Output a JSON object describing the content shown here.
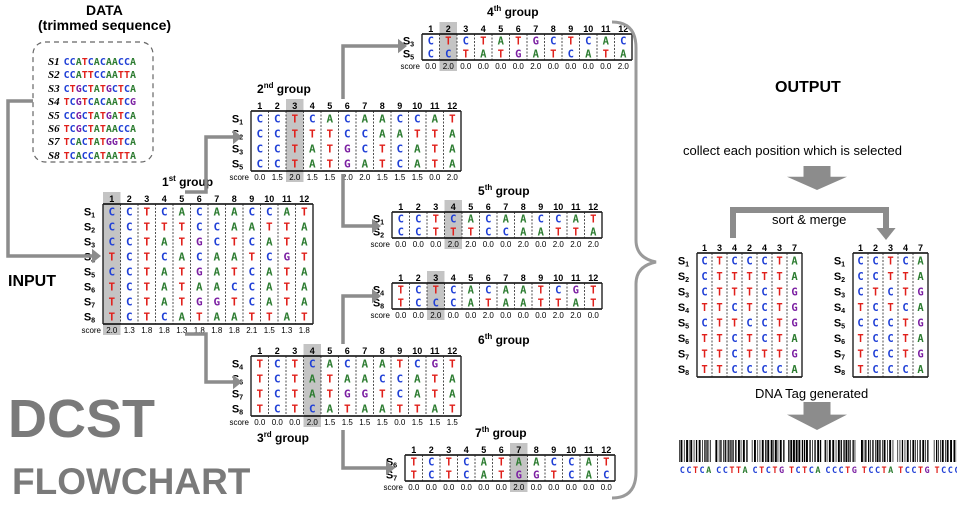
{
  "data_box": {
    "title_line1": "DATA",
    "title_line2": "(trimmed sequence)",
    "sequences": [
      {
        "label": "S1",
        "seq": "CCATCACAACCA"
      },
      {
        "label": "S2",
        "seq": "CCATTCCAATTA"
      },
      {
        "label": "S3",
        "seq": "CTGCTATGCTCA"
      },
      {
        "label": "S4",
        "seq": "TCGTCACAATCG"
      },
      {
        "label": "S5",
        "seq": "CCGCTATGATCA"
      },
      {
        "label": "S6",
        "seq": "TCGCTATAACCA"
      },
      {
        "label": "S7",
        "seq": "TCACTATGGTCA"
      },
      {
        "label": "S8",
        "seq": "TCACCATAATTA"
      }
    ]
  },
  "labels": {
    "input": "INPUT",
    "output": "OUTPUT",
    "collect": "collect each position which is selected",
    "sort_merge": "sort & merge",
    "dna_tag": "DNA Tag generated",
    "title_line1": "DCST",
    "title_line2": "FLOWCHART",
    "score_label": "score",
    "group_suffix": "group"
  },
  "colors": {
    "A": "#2e7d32",
    "C": "#1f3fd6",
    "G": "#7b1fa2",
    "T": "#e0201b",
    "arrow": "#8c8c8c",
    "highlight": "#c4c4c4",
    "title": "#7a7a7a"
  },
  "groups": [
    {
      "id": "g1",
      "ordinal": "1",
      "sup": "st",
      "rows": [
        "S1",
        "S2",
        "S3",
        "S4",
        "S5",
        "S6",
        "S7",
        "S8"
      ],
      "seqs": [
        "CCTCACAACCAT",
        "CCTTTCCAATTA",
        "CCTATGCTCATA",
        "TCTCACAATCGT",
        "CCTATGATCATA",
        "TCTATAACCATA",
        "TCTATGGTCATA",
        "TCTCATAATTAT"
      ],
      "cols": [
        "1",
        "2",
        "3",
        "4",
        "5",
        "6",
        "7",
        "8",
        "9",
        "10",
        "11",
        "12"
      ],
      "scores": [
        "2.0",
        "1.3",
        "1.8",
        "1.8",
        "1.3",
        "1.8",
        "1.8",
        "1.8",
        "2.1",
        "1.5",
        "1.3",
        "1.8"
      ],
      "highlight_col": 1
    },
    {
      "id": "g2",
      "ordinal": "2",
      "sup": "nd",
      "rows": [
        "S1",
        "S2",
        "S3",
        "S5"
      ],
      "seqs": [
        "CCTCACAACCAT",
        "CCTTTCCAATTA",
        "CCTATGCTCATA",
        "CCTATGATCATA"
      ],
      "cols": [
        "1",
        "2",
        "3",
        "4",
        "5",
        "6",
        "7",
        "8",
        "9",
        "10",
        "11",
        "12"
      ],
      "scores": [
        "0.0",
        "1.5",
        "2.0",
        "1.5",
        "1.5",
        "2.0",
        "2.0",
        "1.5",
        "1.5",
        "1.5",
        "0.0",
        "2.0"
      ],
      "highlight_col": 3
    },
    {
      "id": "g3",
      "ordinal": "3",
      "sup": "rd",
      "rows": [
        "S4",
        "S6",
        "S7",
        "S8"
      ],
      "seqs": [
        "TCTCACAATCGT",
        "TCTATAACCATA",
        "TCTATGGTCATA",
        "TCTCATAATTAT"
      ],
      "cols": [
        "1",
        "2",
        "3",
        "4",
        "5",
        "6",
        "7",
        "8",
        "9",
        "10",
        "11",
        "12"
      ],
      "scores": [
        "0.0",
        "0.0",
        "0.0",
        "2.0",
        "1.5",
        "1.5",
        "1.5",
        "1.5",
        "0.0",
        "1.5",
        "1.5",
        "1.5"
      ],
      "highlight_col": 4
    },
    {
      "id": "g4",
      "ordinal": "4",
      "sup": "th",
      "rows": [
        "S3",
        "S5"
      ],
      "seqs": [
        "CTCTATGCTCAC",
        "CCTATGATCATA"
      ],
      "cols": [
        "1",
        "2",
        "3",
        "4",
        "5",
        "6",
        "7",
        "8",
        "9",
        "10",
        "11",
        "12"
      ],
      "scores": [
        "0.0",
        "2.0",
        "0.0",
        "0.0",
        "0.0",
        "0.0",
        "2.0",
        "0.0",
        "0.0",
        "0.0",
        "0.0",
        "2.0"
      ],
      "highlight_col": 2
    },
    {
      "id": "g5",
      "ordinal": "5",
      "sup": "th",
      "rows": [
        "S1",
        "S2"
      ],
      "seqs": [
        "CCTCACAACCAT",
        "CCTTTCCAATTA"
      ],
      "cols": [
        "1",
        "2",
        "3",
        "4",
        "5",
        "6",
        "7",
        "8",
        "9",
        "10",
        "11",
        "12"
      ],
      "scores": [
        "0.0",
        "0.0",
        "0.0",
        "2.0",
        "2.0",
        "0.0",
        "0.0",
        "2.0",
        "0.0",
        "2.0",
        "2.0",
        "2.0"
      ],
      "highlight_col": 4
    },
    {
      "id": "g6",
      "ordinal": "6",
      "sup": "th",
      "rows": [
        "S4",
        "S8"
      ],
      "seqs": [
        "TCTCACAATCGT",
        "TCCCATAATTAT"
      ],
      "cols": [
        "1",
        "2",
        "3",
        "4",
        "5",
        "6",
        "7",
        "8",
        "9",
        "10",
        "11",
        "12"
      ],
      "scores": [
        "0.0",
        "0.0",
        "2.0",
        "0.0",
        "0.0",
        "2.0",
        "0.0",
        "0.0",
        "0.0",
        "2.0",
        "2.0",
        "0.0"
      ],
      "highlight_col": 3
    },
    {
      "id": "g7",
      "ordinal": "7",
      "sup": "th",
      "rows": [
        "S6",
        "S7"
      ],
      "seqs": [
        "TCTCATAACCAT",
        "TCTCATGGTCAC"
      ],
      "cols": [
        "1",
        "2",
        "3",
        "4",
        "5",
        "6",
        "7",
        "8",
        "9",
        "10",
        "11",
        "12"
      ],
      "scores": [
        "0.0",
        "0.0",
        "0.0",
        "0.0",
        "0.0",
        "0.0",
        "2.0",
        "0.0",
        "0.0",
        "0.0",
        "0.0",
        "0.0"
      ],
      "highlight_col": 7
    }
  ],
  "output_left": {
    "cols": [
      "1",
      "3",
      "4",
      "2",
      "4",
      "3",
      "7"
    ],
    "rows": [
      "S1",
      "S2",
      "S3",
      "S4",
      "S5",
      "S6",
      "S7",
      "S8"
    ],
    "seqs": [
      "CTCCCTA",
      "CTTTTTA",
      "CTTTCTG",
      "TTCTCTG",
      "CTTCCTG",
      "TTCTCTA",
      "TTCTTTG",
      "TTCCCCA"
    ]
  },
  "output_right": {
    "cols": [
      "1",
      "2",
      "3",
      "4",
      "7"
    ],
    "rows": [
      "S1",
      "S2",
      "S3",
      "S4",
      "S5",
      "S6",
      "S7",
      "S8"
    ],
    "seqs": [
      "CCTCA",
      "CCTTA",
      "CTCTG",
      "TCTCA",
      "CCCTG",
      "TCCTA",
      "TCCTG",
      "TCCCA"
    ]
  },
  "tags": [
    "CCTCA",
    "CCTTA",
    "CTCTG",
    "TCTCA",
    "CCCTG",
    "TCCTA",
    "TCCTG",
    "TCCCA"
  ]
}
